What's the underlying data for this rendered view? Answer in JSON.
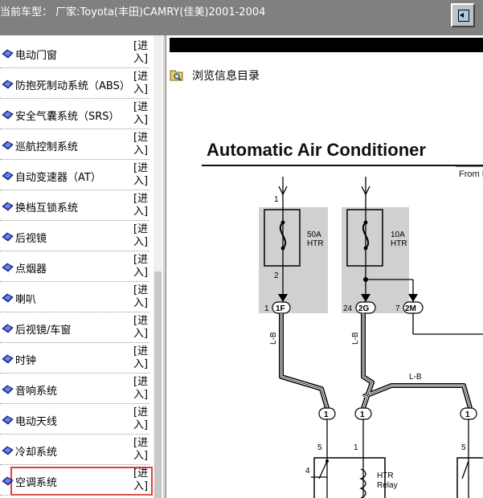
{
  "window": {
    "title": "当前车型：   厂家:Toyota(丰田)CAMRY(佳美)2001-2004"
  },
  "sidebar": {
    "enter_label": "[进入]",
    "items": [
      {
        "label": "电动门窗"
      },
      {
        "label": "防抱死制动系统（ABS）"
      },
      {
        "label": "安全气囊系统（SRS）"
      },
      {
        "label": "巡航控制系统"
      },
      {
        "label": "自动变速器（AT）"
      },
      {
        "label": "换档互锁系统"
      },
      {
        "label": "后视镜"
      },
      {
        "label": "点烟器"
      },
      {
        "label": "喇叭"
      },
      {
        "label": "后视镜/车窗"
      },
      {
        "label": "时钟"
      },
      {
        "label": "音响系统"
      },
      {
        "label": "电动天线"
      },
      {
        "label": "冷却系统"
      },
      {
        "label": "空调系统"
      }
    ]
  },
  "content": {
    "browse_label": "浏览信息目录",
    "diagram": {
      "title": "Automatic Air Conditioner",
      "from_label": "From P",
      "fuse1_rating": "50A",
      "fuse1_name": "HTR",
      "fuse2_rating": "10A",
      "fuse2_name": "HTR",
      "pin_1_top": "1",
      "pin_2": "2",
      "pin_1_conn": "1",
      "conn_1f": "1F",
      "pin_24": "24",
      "conn_2g": "2G",
      "pin_7": "7",
      "conn_2m": "2M",
      "wire_lb_1": "L-B",
      "wire_lb_2": "L-B",
      "wire_lb_3": "L-B",
      "node_1a": "1",
      "node_1b": "1",
      "node_1c": "1",
      "relay_pin_5a": "5",
      "relay_pin_1": "1",
      "relay_pin_4": "4",
      "relay_pin_5b": "5",
      "relay_name_1": "HTR",
      "relay_name_2": "Relay"
    }
  },
  "colors": {
    "selected_border": "#e04040",
    "fuse_box_shade": "#d0d0d0",
    "icon_blue": "#2a3cb0"
  },
  "icons": {
    "item_icon": "book-icon",
    "browse_icon": "folder-search-icon",
    "window_button_icon": "exit-icon"
  }
}
